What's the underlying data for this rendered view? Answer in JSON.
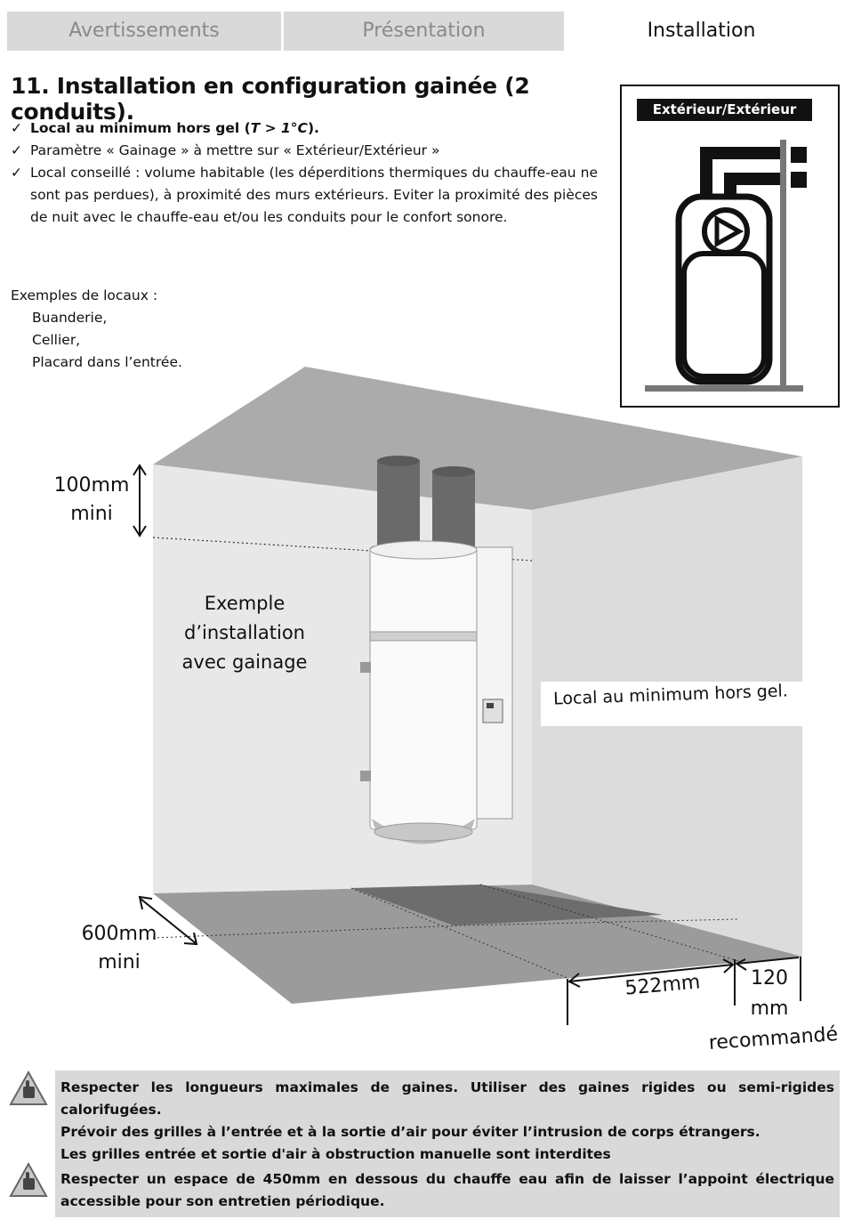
{
  "tabs": [
    {
      "label": "Avertissements"
    },
    {
      "label": "Présentation"
    },
    {
      "label": "Installation"
    }
  ],
  "title": "11. Installation en configuration gainée (2 conduits).",
  "checklist": [
    {
      "text_a": "Local au minimum hors gel (",
      "text_b": "T > 1°C",
      "text_c": ")."
    },
    {
      "text": "Paramètre « Gainage » à mettre sur « Extérieur/Extérieur »"
    },
    {
      "text": "Local conseillé : volume habitable (les déperditions thermiques du chauffe-eau ne sont pas perdues), à proximité des murs extérieurs. Eviter la proximité des pièces de nuit avec le chauffe-eau et/ou les conduits pour le confort sonore."
    }
  ],
  "examples": {
    "heading": "Exemples de locaux :",
    "items": [
      "Buanderie,",
      "Cellier,",
      "Placard dans l’entrée."
    ]
  },
  "panel": {
    "title": "Extérieur/Extérieur"
  },
  "scene": {
    "top_clearance_value": "100mm",
    "top_clearance_unit": "mini",
    "wall_text_1": "Exemple",
    "wall_text_2": "d’installation",
    "wall_text_3": "avec gainage",
    "right_wall_text": "Local au minimum hors gel.",
    "side_clearance_value": "600mm",
    "side_clearance_unit": "mini",
    "width_value": "522mm",
    "recommended_1": "120",
    "recommended_2": "mm",
    "recommended_3": "recommandé"
  },
  "notes": [
    {
      "lines": [
        "Respecter les longueurs maximales de gaines. Utiliser des gaines rigides ou semi-rigides calorifugées.",
        "Prévoir des grilles à l’entrée et à la sortie d’air pour éviter l’intrusion de corps étrangers.",
        "Les grilles entrée et sortie d'air à obstruction manuelle sont interdites"
      ]
    },
    {
      "lines": [
        "Respecter un espace de 450mm en dessous du chauffe eau afin de laisser l’appoint électrique accessible pour son entretien périodique."
      ]
    }
  ],
  "colors": {
    "tab_bg": "#d9d9d9",
    "tab_inactive_text": "#8a8a8a",
    "ceiling": "#a9a9a9",
    "wall_left": "#e6e6e6",
    "wall_right": "#dcdcdc",
    "floor": "#9a9a9a",
    "note_bg": "#d9d9d9"
  },
  "icons": [
    "check-icon",
    "warning-hand-icon",
    "heat-pump-water-heater-icon"
  ]
}
